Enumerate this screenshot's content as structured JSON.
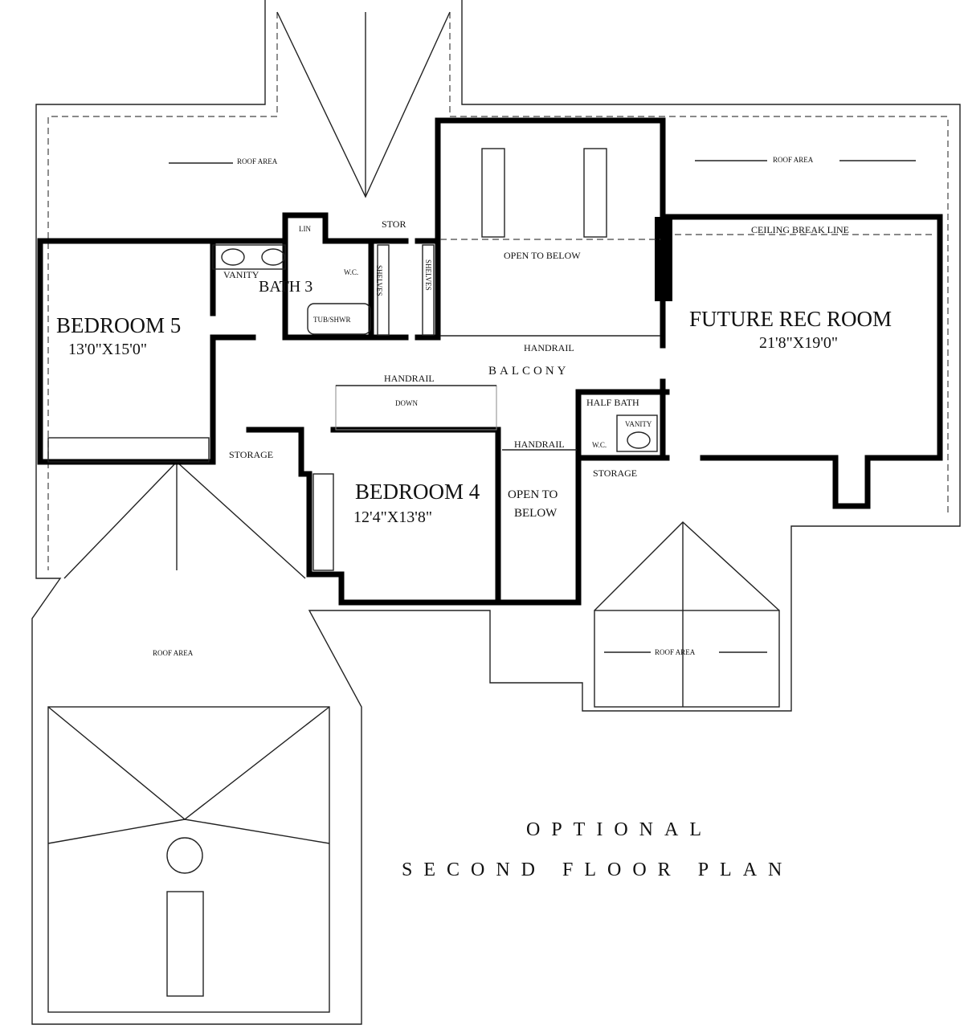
{
  "title": {
    "line1": "OPTIONAL",
    "line2": "SECOND FLOOR PLAN"
  },
  "rooms": {
    "bedroom5": {
      "name": "BEDROOM 5",
      "dims": "13'0\"X15'0\""
    },
    "bedroom4": {
      "name": "BEDROOM 4",
      "dims": "12'4\"X13'8\""
    },
    "rec_room": {
      "name": "FUTURE REC ROOM",
      "dims": "21'8\"X19'0\""
    },
    "bath3": "BATH 3",
    "half_bath": "HALF BATH",
    "balcony": "BALCONY"
  },
  "labels": {
    "roof_area": "ROOF AREA",
    "stor": "STOR",
    "lin": "LIN",
    "vanity": "VANITY",
    "wc": "W.C.",
    "tub_shower": "TUB/SHWR",
    "shelves": "SHELVES",
    "open_to_below": "OPEN TO BELOW",
    "open_to": "OPEN TO",
    "below": "BELOW",
    "handrail": "HANDRAIL",
    "down": "DOWN",
    "storage": "STORAGE",
    "ceiling_break_line": "CEILING BREAK LINE"
  }
}
